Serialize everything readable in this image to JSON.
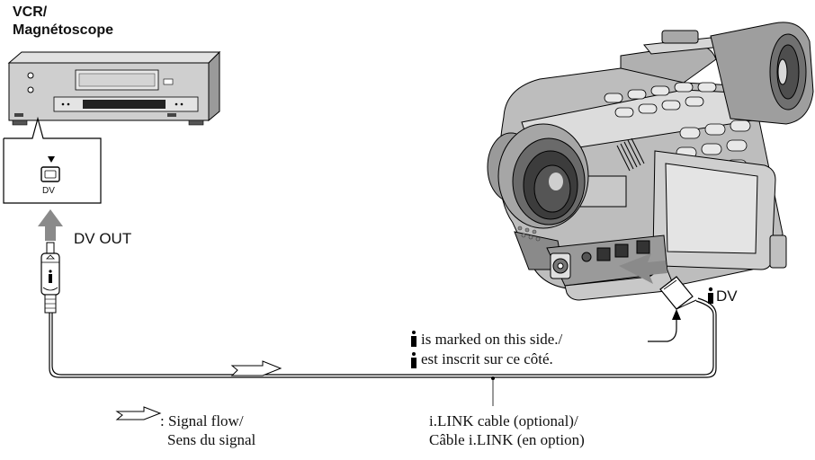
{
  "vcr_label": {
    "line1": "VCR/",
    "line2": "Magnétoscope"
  },
  "jack_label": "DV",
  "dv_out_label": "DV OUT",
  "camera_port_label": "DV",
  "marked_note": {
    "line1": "is marked on this side./",
    "line2": "est inscrit sur ce côté."
  },
  "cable_label": {
    "line1": "i.LINK cable (optional)/",
    "line2": "Câble i.LINK (en option)"
  },
  "legend": {
    "line1": ": Signal flow/",
    "line2": "Sens du signal"
  },
  "icons": {
    "ilink": "ilink-icon",
    "arrow": "arrow-right-icon",
    "signal": "signal-flow-arrow-icon",
    "triangle": "triangle-down-icon"
  },
  "colors": {
    "line": "#000000",
    "device_fill": "#c8c8c8",
    "device_dark": "#7a7a7a",
    "arrow_fill": "#8a8a8a"
  }
}
